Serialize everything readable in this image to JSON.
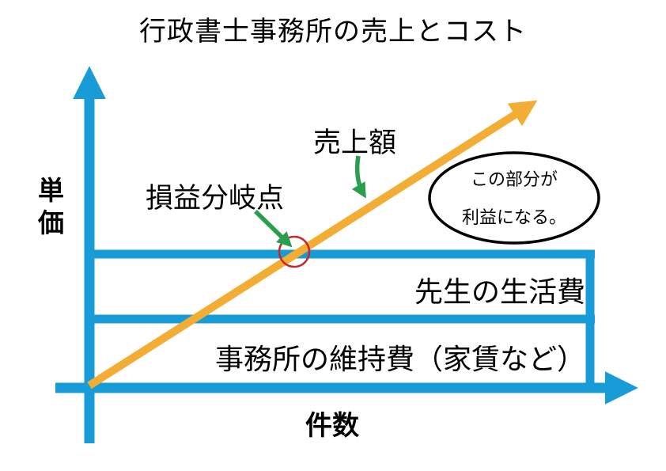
{
  "title": "行政書士事務所の売上とコスト",
  "axes": {
    "y_label": "単\n価",
    "x_label": "件数"
  },
  "annotations": {
    "sales_line_label": "売上額",
    "break_even_label": "損益分岐点",
    "profit_note": "この部分が\n利益になる。"
  },
  "bands": [
    {
      "label": "先生の生活費"
    },
    {
      "label": "事務所の維持費（家賃など）"
    }
  ],
  "colors": {
    "axis_blue": "#189CD8",
    "sales_orange": "#F3AD35",
    "arrow_green": "#2A9D4E",
    "circle_red": "#C9262C",
    "text_black": "#000000"
  }
}
